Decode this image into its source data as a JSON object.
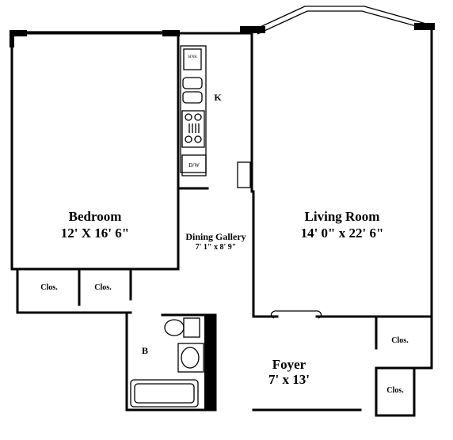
{
  "rooms": {
    "bedroom": {
      "name": "Bedroom",
      "dims": "12' X 16' 6\""
    },
    "living": {
      "name": "Living Room",
      "dims": "14' 0\" x 22' 6\""
    },
    "dining": {
      "name": "Dining Gallery",
      "dims": "7' 1\" x 8' 9\""
    },
    "kitchen": {
      "name": "K"
    },
    "bath": {
      "name": "B"
    },
    "foyer": {
      "name": "Foyer",
      "dims": "7' x 13'"
    },
    "closet_1": {
      "name": "Clos."
    },
    "closet_2": {
      "name": "Clos."
    },
    "closet_3": {
      "name": "Clos."
    },
    "closet_4": {
      "name": "Clos."
    }
  },
  "appliances": {
    "sink": "SINK",
    "dishwasher": "D/W"
  }
}
